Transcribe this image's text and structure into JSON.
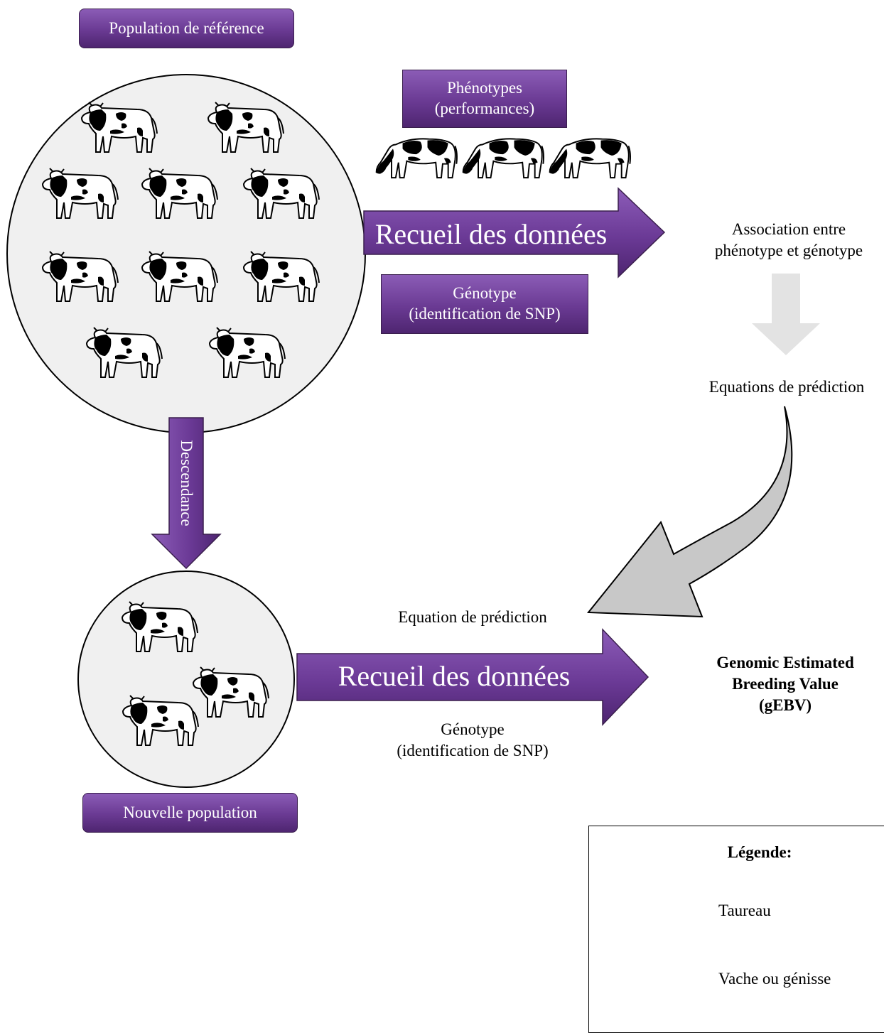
{
  "boxes": {
    "reference_population": "Population de référence",
    "phenotypes": "Phénotypes\n(performances)",
    "genotype_top": "Génotype\n(identification de SNP)",
    "new_population": "Nouvelle population"
  },
  "arrows": {
    "collect_top": "Recueil des données",
    "collect_bottom": "Recueil des données",
    "descendance": "Descendance"
  },
  "labels": {
    "association": "Association entre\nphénotype et génotype",
    "equations": "Equations de prédiction",
    "equation_single": "Equation de prédiction",
    "genotype_bottom": "Génotype\n(identification de SNP)",
    "gebv": "Genomic Estimated\nBreeding Value\n(gEBV)"
  },
  "legend": {
    "title": "Légende:",
    "bull": "Taureau",
    "cow": "Vache ou génisse"
  },
  "colors": {
    "purple": "#6a3a93",
    "grey_arrow": "#c8c8c8",
    "light_arrow": "#e3e3e3",
    "circle_fill": "#f0f0f0"
  },
  "icons": {
    "bull": "bull-icon",
    "cow": "cow-icon"
  }
}
